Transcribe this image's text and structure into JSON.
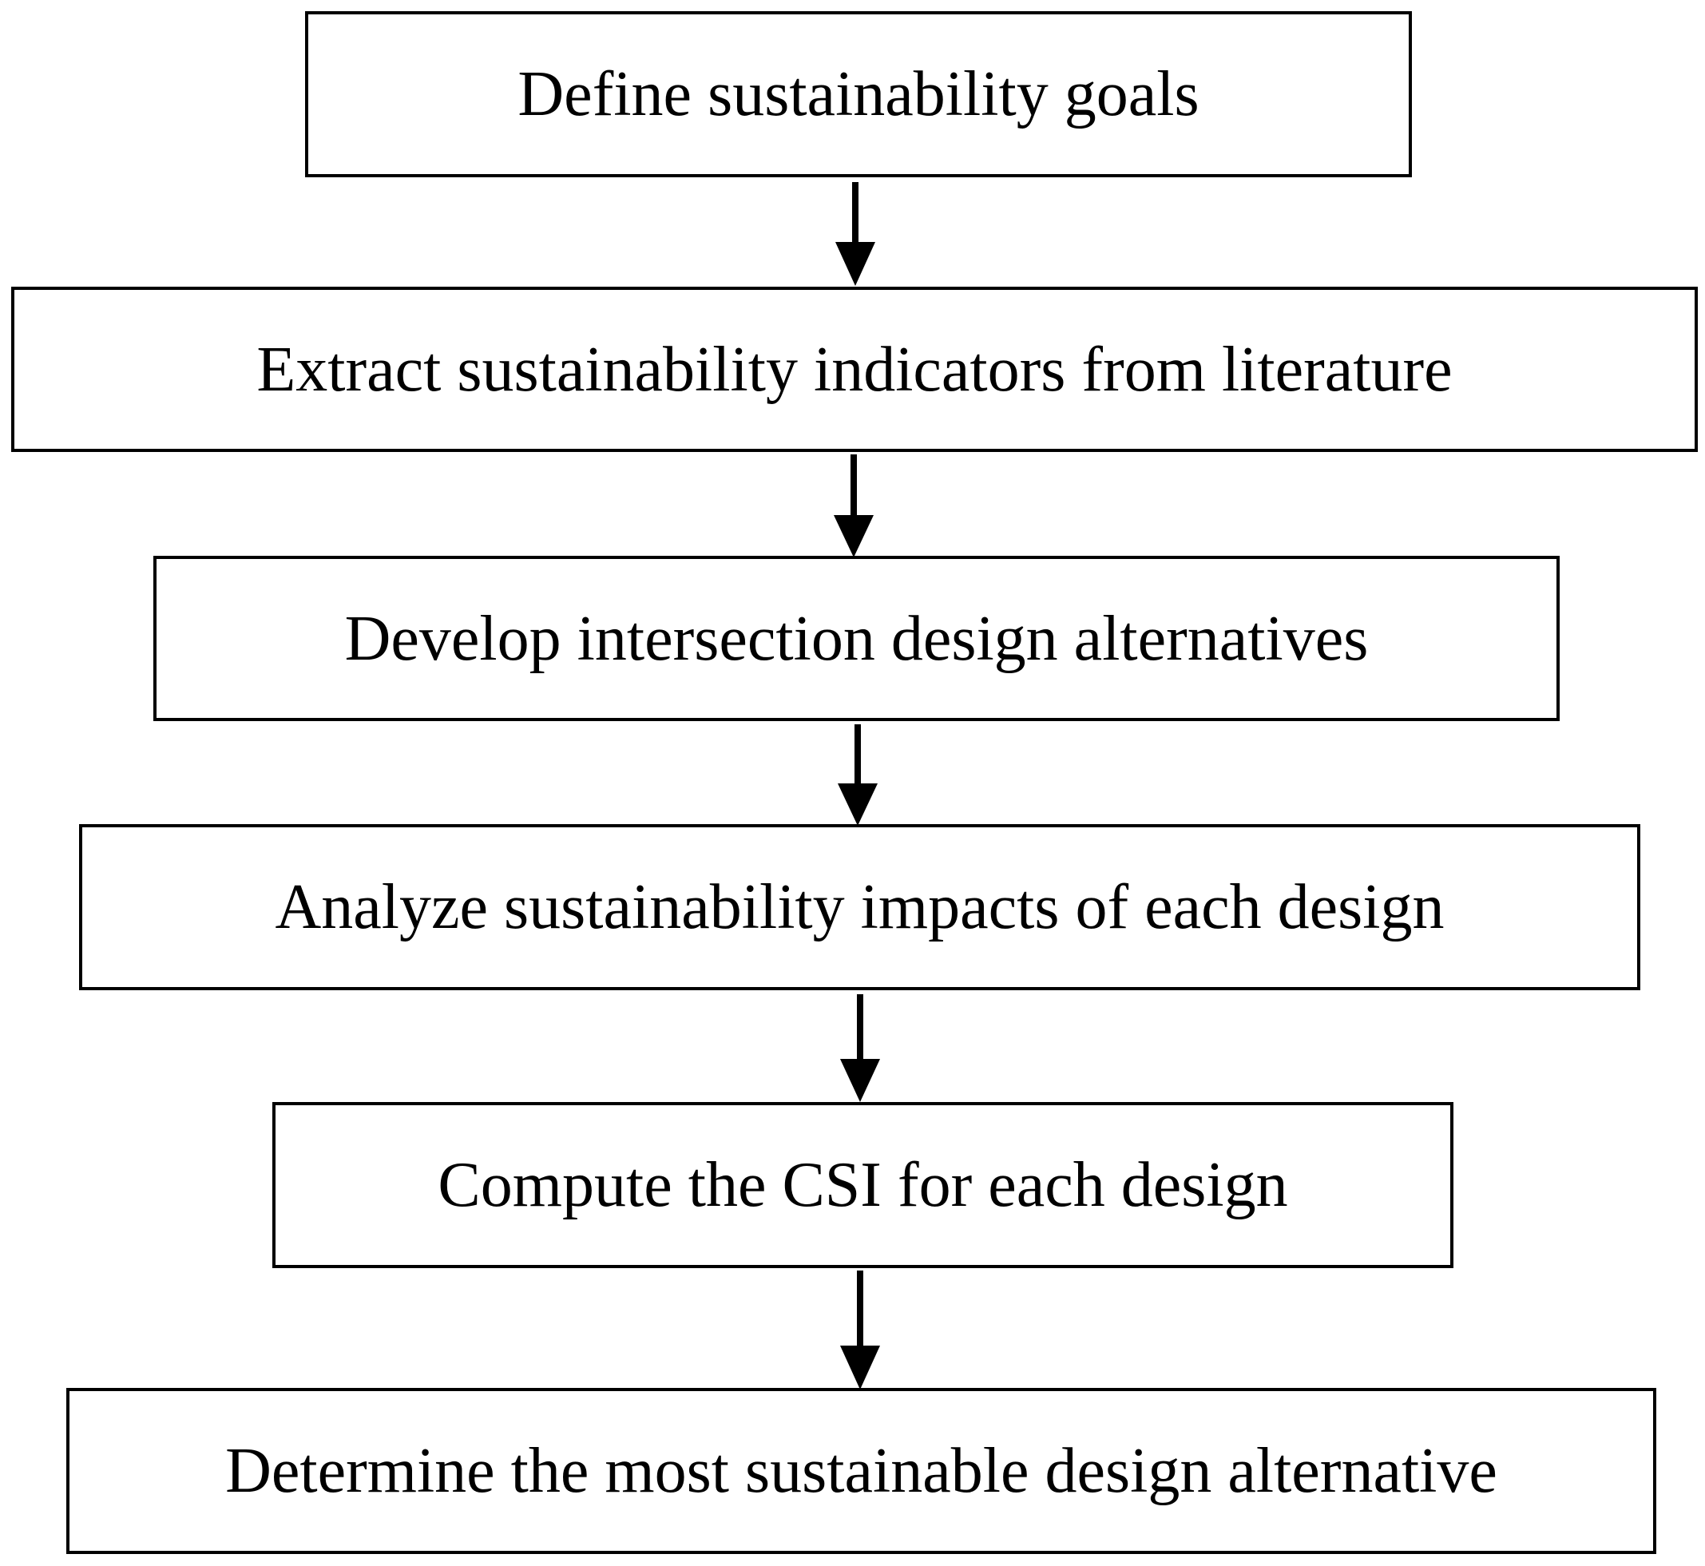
{
  "steps": [
    "Define sustainability goals",
    "Extract sustainability indicators from literature",
    "Develop intersection design alternatives",
    "Analyze sustainability impacts of each design",
    "Compute the CSI for each design",
    "Determine the most sustainable design alternative"
  ],
  "style": {
    "line_color": "#000000",
    "background": "#ffffff"
  }
}
